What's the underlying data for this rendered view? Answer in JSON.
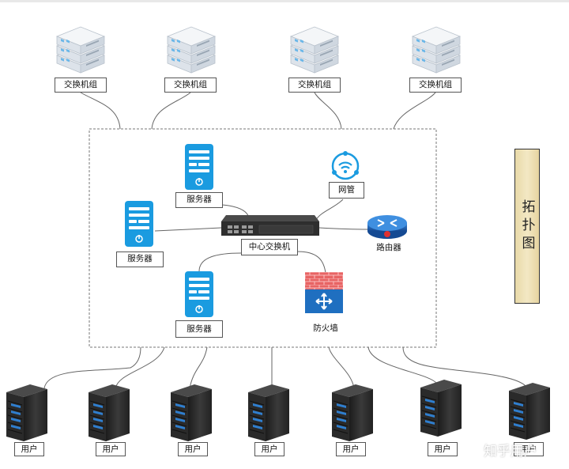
{
  "switch_group_label": "交换机组",
  "server_label": "服务器",
  "network_mgmt_label": "网管",
  "core_switch_label": "中心交换机",
  "router_label": "路由器",
  "firewall_label": "防火墙",
  "user_label": "用户",
  "topology_title": "拓扑图",
  "watermark": "知乎用户",
  "colors": {
    "server_blue": "#1a9be0",
    "switch_dark": "#3b3b3b",
    "router_blue": "#1f5fb0",
    "firewall_red": "#e05050",
    "line": "#666666"
  }
}
